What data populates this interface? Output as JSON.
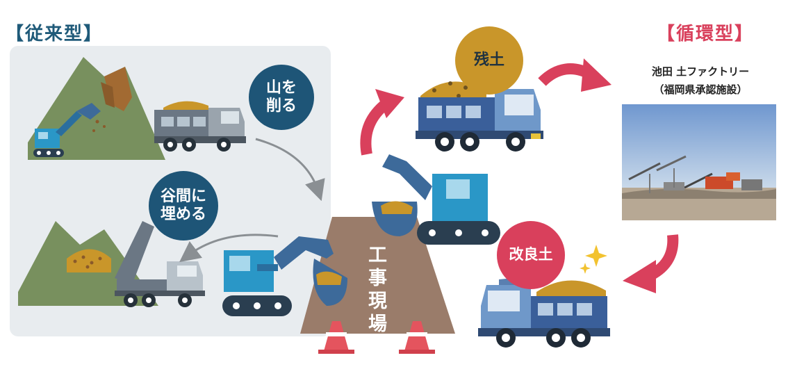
{
  "labels": {
    "conventional": "【従来型】",
    "circular": "【循環型】",
    "cut_mountain_line1": "山を",
    "cut_mountain_line2": "削る",
    "fill_valley_line1": "谷間に",
    "fill_valley_line2": "埋める",
    "surplus_soil": "残土",
    "improved_soil": "改良土",
    "construction_site": "工事現場",
    "factory_line1": "池田 土ファクトリー",
    "factory_line2": "（福岡県承認施設）"
  },
  "colors": {
    "conventional_accent": "#1e5577",
    "circular_accent": "#d9405c",
    "soil": "#c9962a",
    "panel_bg": "#e8ecef"
  },
  "icons": [
    "excavator-icon",
    "dump-truck-icon",
    "mountain-icon",
    "traffic-cone-icon",
    "sparkle-icon",
    "curved-arrow-icon"
  ]
}
